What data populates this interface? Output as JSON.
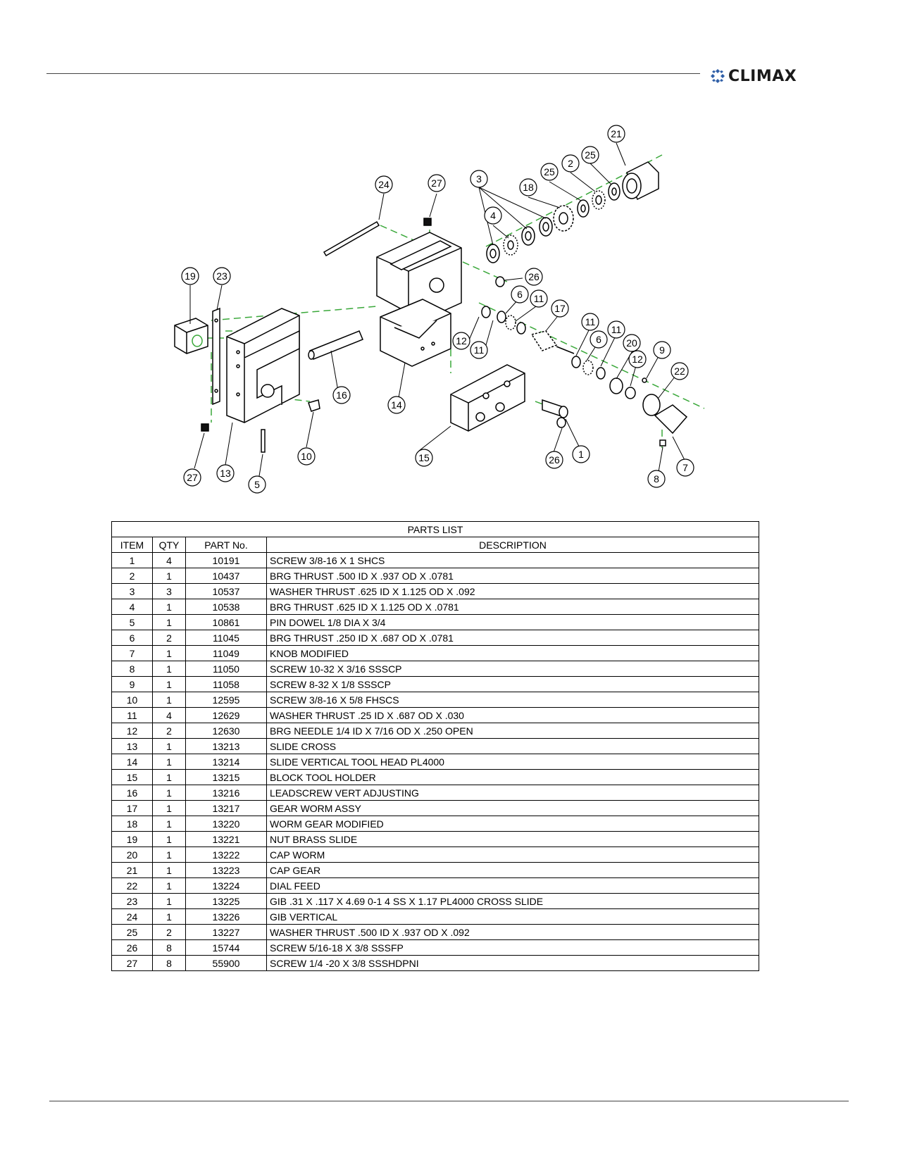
{
  "brand": {
    "logo_text": "CLIMAX"
  },
  "diagram": {
    "callouts": [
      "1",
      "2",
      "3",
      "4",
      "5",
      "6",
      "7",
      "8",
      "9",
      "10",
      "11",
      "12",
      "13",
      "14",
      "15",
      "16",
      "17",
      "18",
      "19",
      "20",
      "21",
      "22",
      "23",
      "24",
      "25",
      "26",
      "27"
    ]
  },
  "parts_list": {
    "title": "PARTS LIST",
    "headers": {
      "item": "ITEM",
      "qty": "QTY",
      "part_no": "PART No.",
      "description": "DESCRIPTION"
    },
    "rows": [
      {
        "item": "1",
        "qty": "4",
        "part": "10191",
        "desc": "SCREW 3/8-16 X 1 SHCS"
      },
      {
        "item": "2",
        "qty": "1",
        "part": "10437",
        "desc": "BRG THRUST .500 ID X .937 OD X .0781"
      },
      {
        "item": "3",
        "qty": "3",
        "part": "10537",
        "desc": "WASHER THRUST .625 ID X 1.125 OD X .092"
      },
      {
        "item": "4",
        "qty": "1",
        "part": "10538",
        "desc": "BRG THRUST .625 ID X 1.125 OD X .0781"
      },
      {
        "item": "5",
        "qty": "1",
        "part": "10861",
        "desc": "PIN DOWEL 1/8 DIA X 3/4"
      },
      {
        "item": "6",
        "qty": "2",
        "part": "11045",
        "desc": "BRG THRUST .250 ID X .687 OD X .0781"
      },
      {
        "item": "7",
        "qty": "1",
        "part": "11049",
        "desc": "KNOB MODIFIED"
      },
      {
        "item": "8",
        "qty": "1",
        "part": "11050",
        "desc": "SCREW  10-32 X 3/16 SSSCP"
      },
      {
        "item": "9",
        "qty": "1",
        "part": "11058",
        "desc": "SCREW 8-32 X  1/8 SSSCP"
      },
      {
        "item": "10",
        "qty": "1",
        "part": "12595",
        "desc": "SCREW 3/8-16 X 5/8 FHSCS"
      },
      {
        "item": "11",
        "qty": "4",
        "part": "12629",
        "desc": "WASHER THRUST .25 ID X .687 OD X .030"
      },
      {
        "item": "12",
        "qty": "2",
        "part": "12630",
        "desc": "BRG NEEDLE 1/4 ID X 7/16 OD X .250 OPEN"
      },
      {
        "item": "13",
        "qty": "1",
        "part": "13213",
        "desc": "SLIDE CROSS"
      },
      {
        "item": "14",
        "qty": "1",
        "part": "13214",
        "desc": "SLIDE VERTICAL TOOL HEAD PL4000"
      },
      {
        "item": "15",
        "qty": "1",
        "part": "13215",
        "desc": "BLOCK TOOL HOLDER"
      },
      {
        "item": "16",
        "qty": "1",
        "part": "13216",
        "desc": "LEADSCREW VERT ADJUSTING"
      },
      {
        "item": "17",
        "qty": "1",
        "part": "13217",
        "desc": "GEAR WORM ASSY"
      },
      {
        "item": "18",
        "qty": "1",
        "part": "13220",
        "desc": "WORM GEAR MODIFIED"
      },
      {
        "item": "19",
        "qty": "1",
        "part": "13221",
        "desc": "NUT BRASS SLIDE"
      },
      {
        "item": "20",
        "qty": "1",
        "part": "13222",
        "desc": "CAP WORM"
      },
      {
        "item": "21",
        "qty": "1",
        "part": "13223",
        "desc": "CAP GEAR"
      },
      {
        "item": "22",
        "qty": "1",
        "part": "13224",
        "desc": "DIAL FEED"
      },
      {
        "item": "23",
        "qty": "1",
        "part": "13225",
        "desc": "GIB .31 X .117 X 4.69 0-1 4 SS X 1.17 PL4000 CROSS SLIDE"
      },
      {
        "item": "24",
        "qty": "1",
        "part": "13226",
        "desc": "GIB VERTICAL"
      },
      {
        "item": "25",
        "qty": "2",
        "part": "13227",
        "desc": "WASHER THRUST .500 ID X .937 OD X .092"
      },
      {
        "item": "26",
        "qty": "8",
        "part": "15744",
        "desc": "SCREW 5/16-18 X 3/8 SSSFP"
      },
      {
        "item": "27",
        "qty": "8",
        "part": "55900",
        "desc": "SCREW 1/4 -20 X 3/8 SSSHDPNI"
      }
    ]
  }
}
